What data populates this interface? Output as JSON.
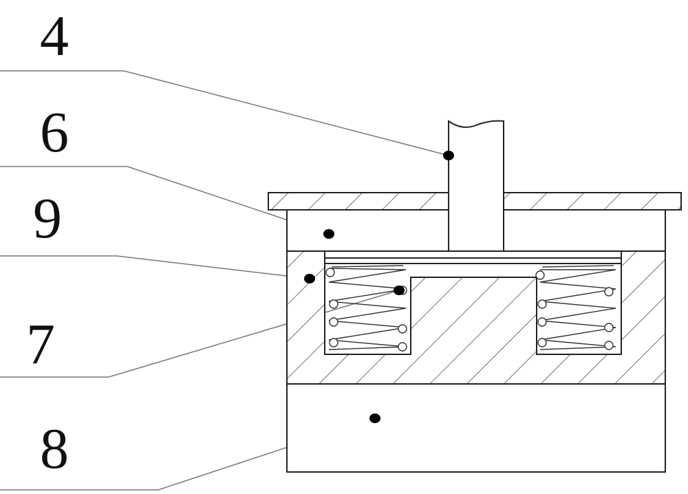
{
  "callouts": [
    {
      "id": "4",
      "label": "4"
    },
    {
      "id": "6",
      "label": "6"
    },
    {
      "id": "9",
      "label": "9"
    },
    {
      "id": "7",
      "label": "7"
    },
    {
      "id": "8",
      "label": "8"
    }
  ]
}
